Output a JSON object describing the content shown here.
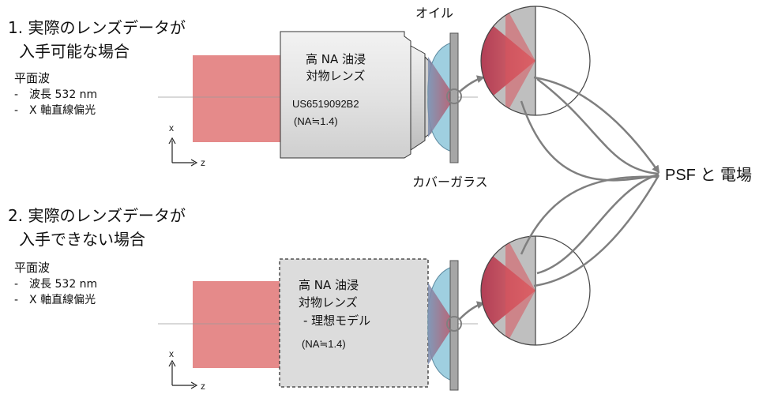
{
  "case1": {
    "heading_line1": "1. 実際のレンズデータが",
    "heading_line2": "入手可能な場合",
    "source_title": "平面波",
    "source_wavelength": "-　波長 532 nm",
    "source_polarization": "-　X 軸直線偏光",
    "lens_line1": "高 NA 油浸",
    "lens_line2": "対物レンズ",
    "lens_patent": "US6519092B2",
    "lens_na": "(NA≒1.4)",
    "axis_x": "x",
    "axis_z": "z"
  },
  "case2": {
    "heading_line1": "2. 実際のレンズデータが",
    "heading_line2": "入手できない場合",
    "source_title": "平面波",
    "source_wavelength": "-　波長 532 nm",
    "source_polarization": "-　X 軸直線偏光",
    "lens_line1": "高 NA 油浸",
    "lens_line2": "対物レンズ",
    "lens_line3": "- 理想モデル",
    "lens_na": "(NA≒1.4)",
    "axis_x": "x",
    "axis_z": "z"
  },
  "labels": {
    "oil": "オイル",
    "cover_glass": "カバーガラス",
    "output": "PSF と 電場"
  },
  "colors": {
    "beam": "#e58a8a",
    "lens_body": "#e6e6e6",
    "oil": "#9fcfe0",
    "focus_cone": "#d9545c",
    "cover_glass": "#8c8c8c",
    "arrow": "#7f7f7f"
  }
}
